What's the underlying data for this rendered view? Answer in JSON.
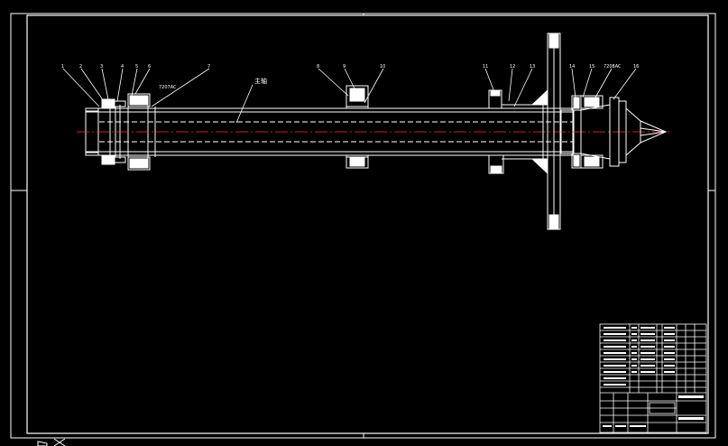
{
  "drawing": {
    "part_label": "主轴",
    "callouts_left": [
      "1",
      "2",
      "3",
      "4",
      "5",
      "6",
      "7"
    ],
    "callout_bearing_spec": "7207AC",
    "callouts_mid": [
      "8",
      "9",
      "10"
    ],
    "callouts_right": [
      "11",
      "12",
      "13",
      "14",
      "15"
    ],
    "callout_right_spec": "7208AC",
    "callout_tip": "16",
    "colors": {
      "background": "#000000",
      "line": "#ffffff",
      "center_line": "#ff3030",
      "hatch": "#ffffff"
    }
  },
  "title_block": {
    "rows": 12,
    "note": "title block text illegible at this resolution"
  }
}
